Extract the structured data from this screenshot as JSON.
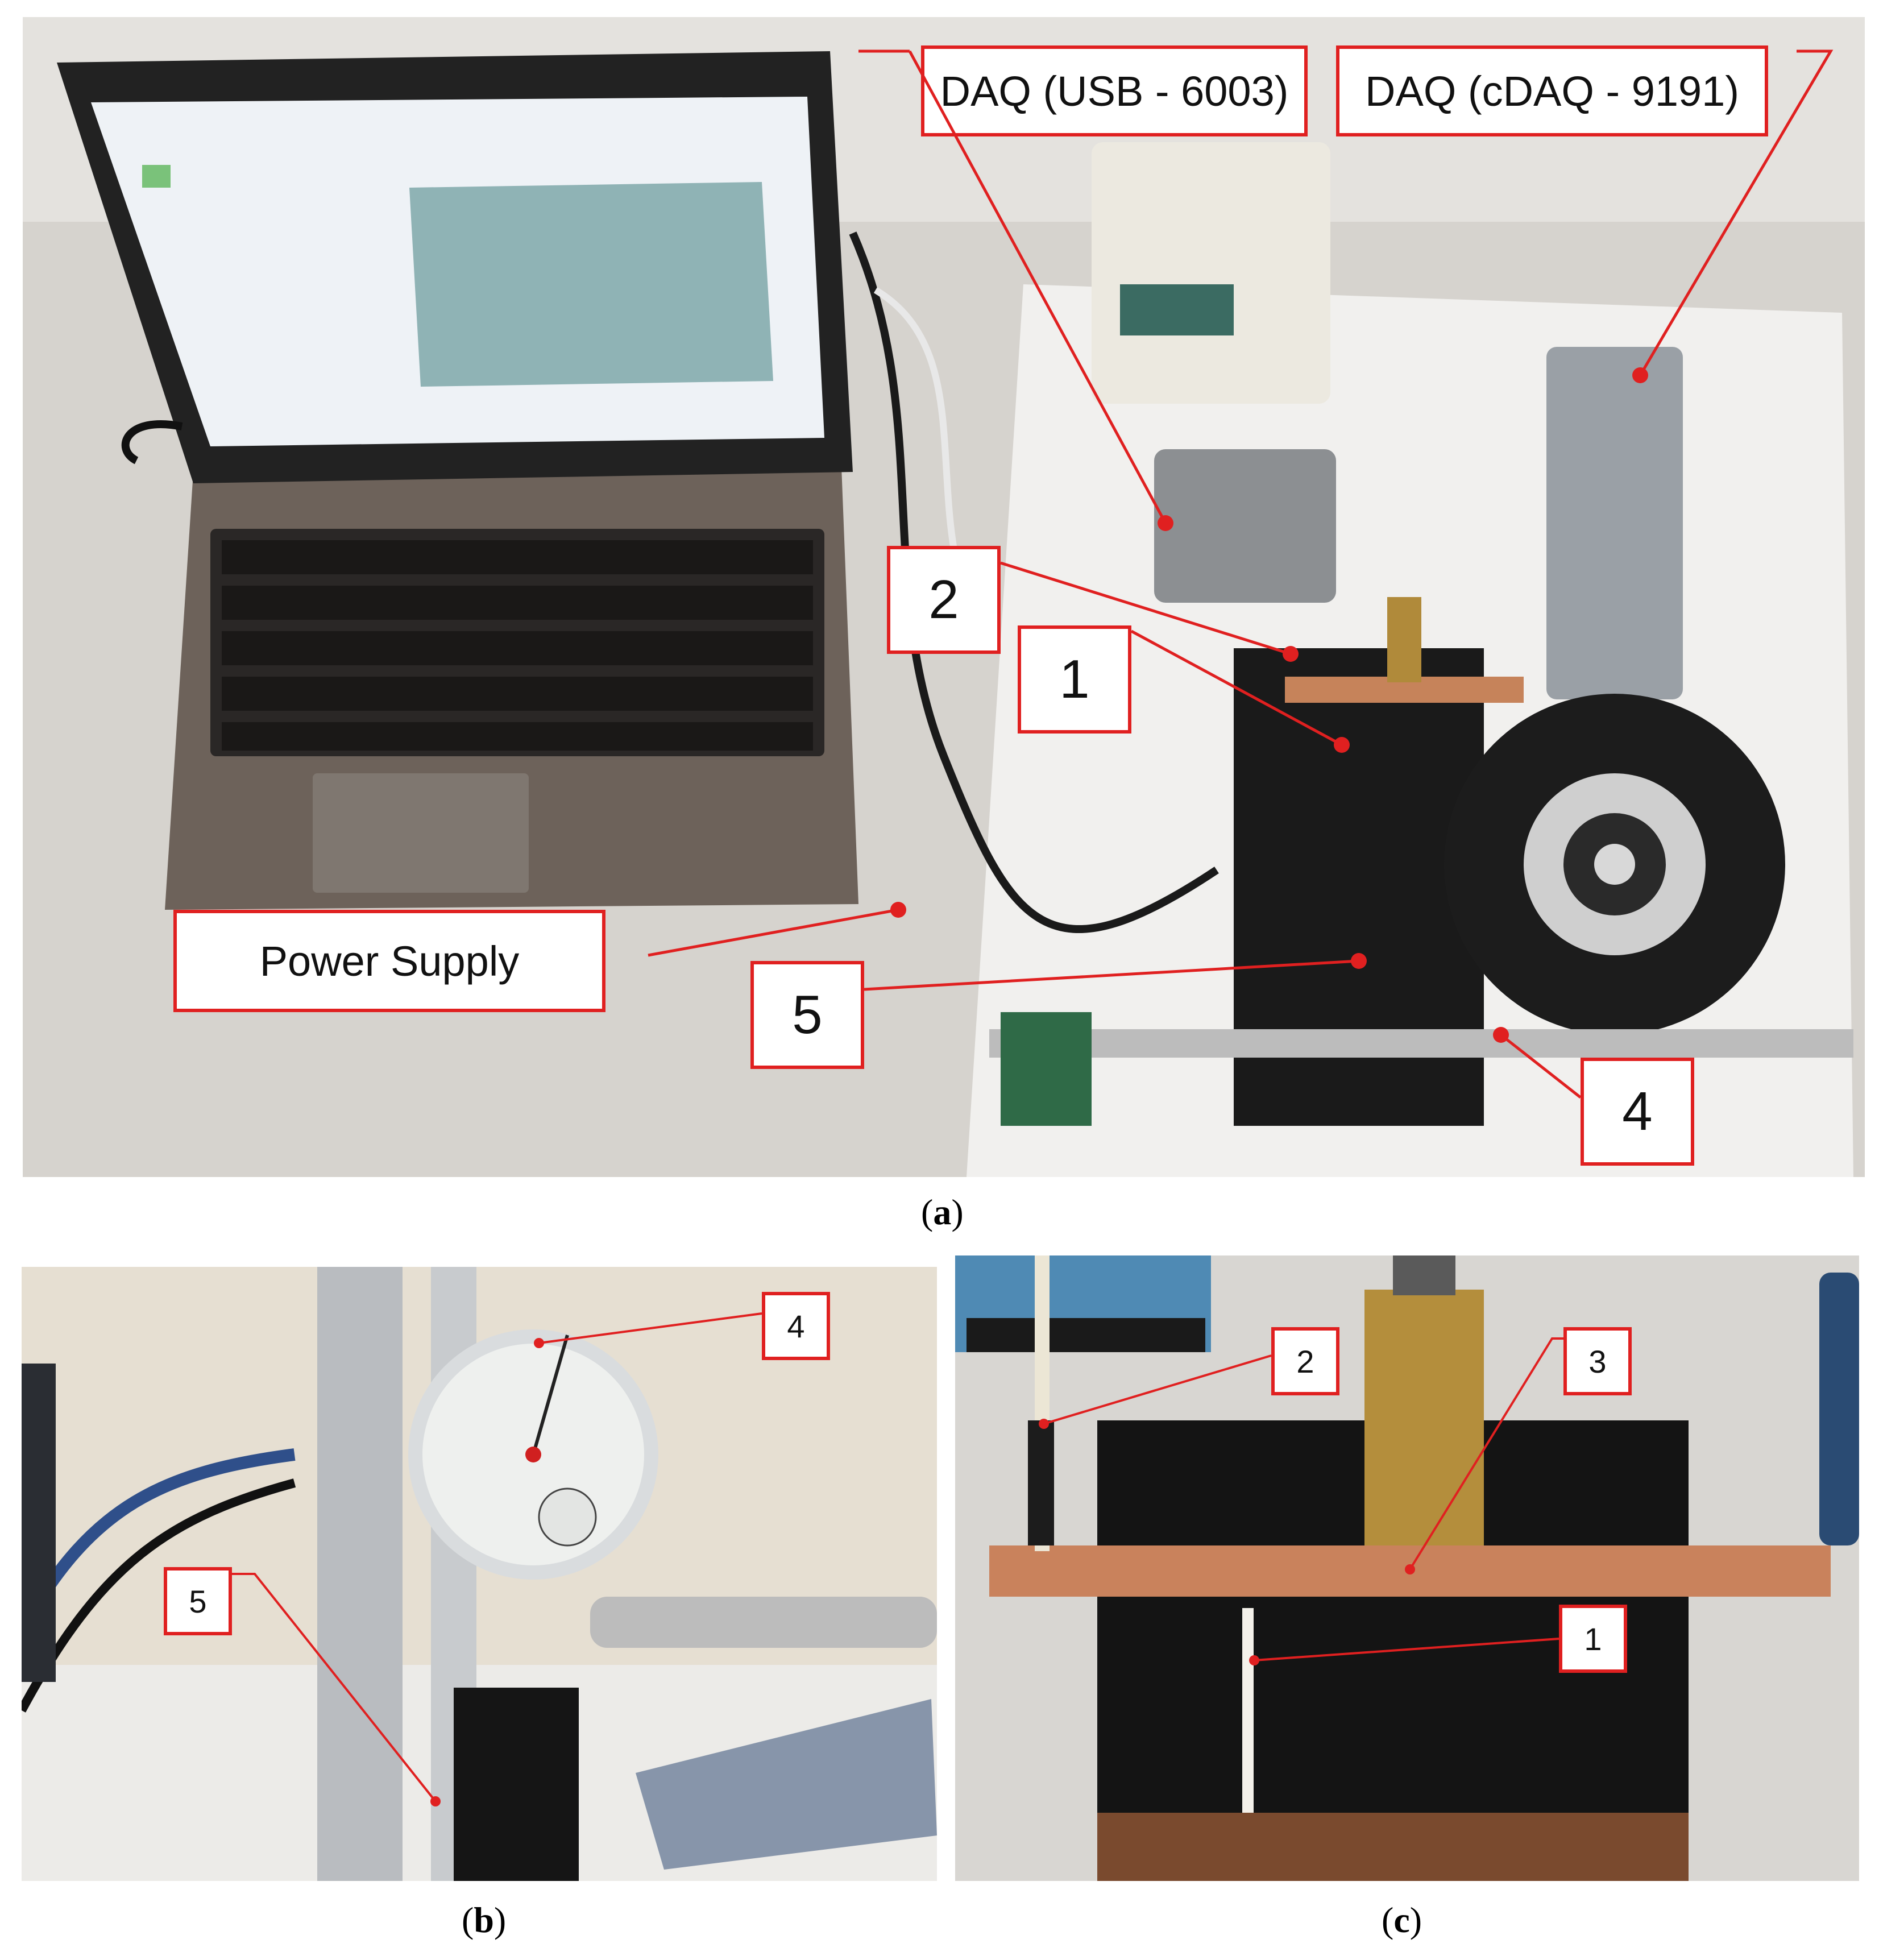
{
  "panel_a": {
    "caption": "a",
    "labels": {
      "daq_usb": "DAQ (USB - 6003)",
      "daq_cdaq": "DAQ (cDAQ - 9191)",
      "power_supply": "Power Supply",
      "n1": "1",
      "n2": "2",
      "n4": "4",
      "n5": "5"
    }
  },
  "panel_b": {
    "caption": "b",
    "labels": {
      "n4": "4",
      "n5": "5"
    }
  },
  "panel_c": {
    "caption": "c",
    "labels": {
      "n1": "1",
      "n2": "2",
      "n3": "3"
    }
  },
  "colors": {
    "callout_border": "#e02020",
    "callout_line": "#e02020"
  }
}
